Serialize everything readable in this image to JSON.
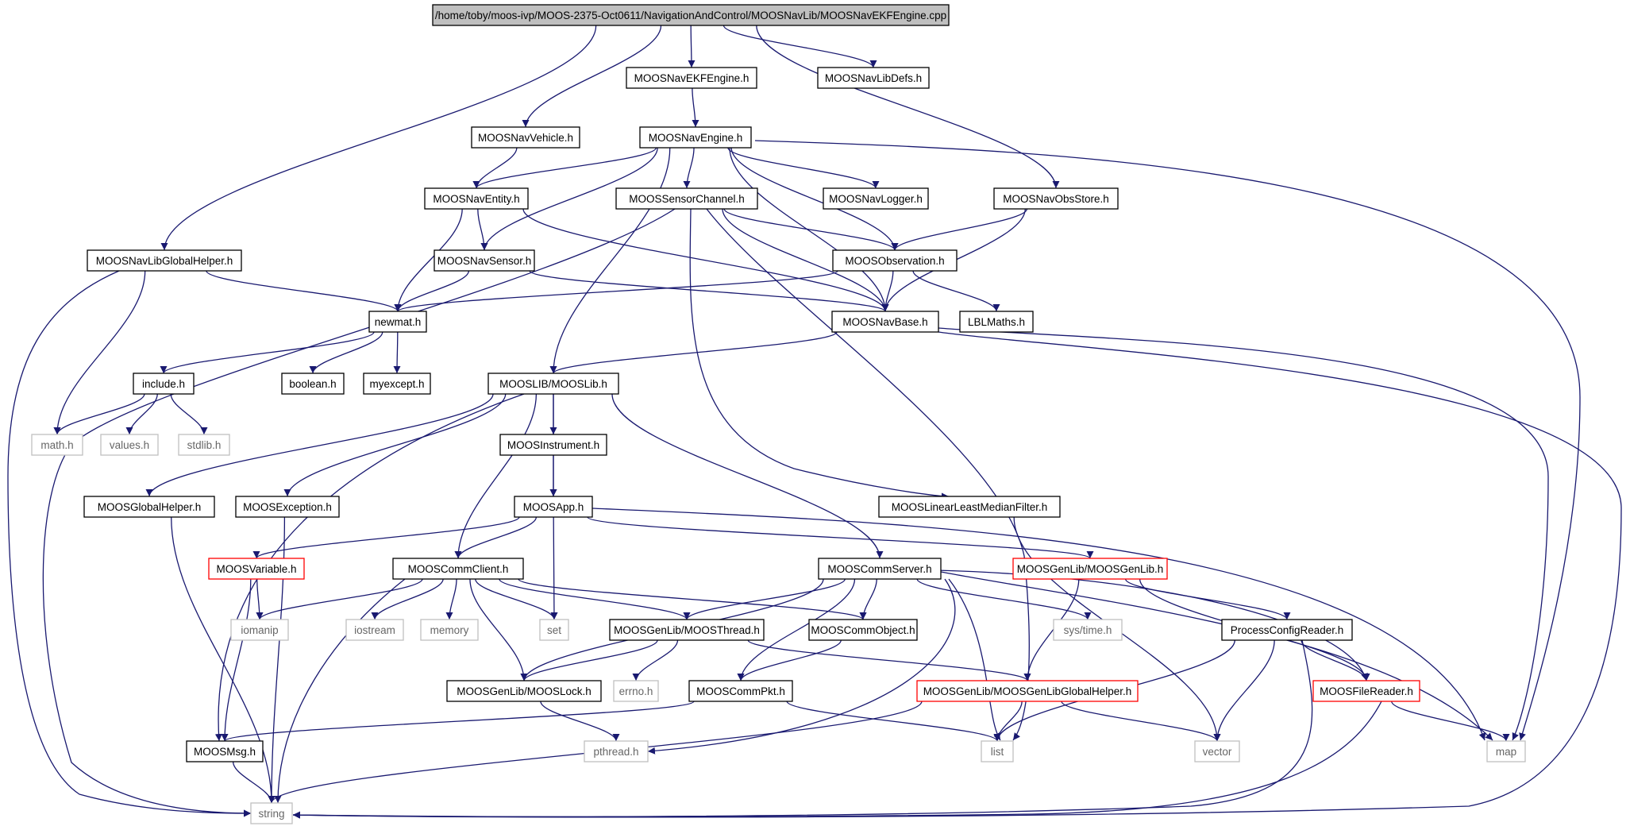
{
  "colors": {
    "edge": "#191970",
    "border_normal": "#000000",
    "border_external": "#c0c0c0",
    "border_truncated": "#ff0000",
    "root_fill": "#bfbfbf",
    "text_normal": "#000000",
    "text_external": "#666666"
  },
  "nodes": [
    {
      "id": "root",
      "label": "/home/toby/moos-ivp/MOOS-2375-Oct0611/NavigationAndControl/MOOSNavLib/MOOSNavEKFEngine.cpp",
      "kind": "root"
    },
    {
      "id": "ekf",
      "label": "MOOSNavEKFEngine.h",
      "kind": "normal"
    },
    {
      "id": "libdefs",
      "label": "MOOSNavLibDefs.h",
      "kind": "normal"
    },
    {
      "id": "vehicle",
      "label": "MOOSNavVehicle.h",
      "kind": "normal"
    },
    {
      "id": "engine",
      "label": "MOOSNavEngine.h",
      "kind": "normal"
    },
    {
      "id": "entity",
      "label": "MOOSNavEntity.h",
      "kind": "normal"
    },
    {
      "id": "senschan",
      "label": "MOOSSensorChannel.h",
      "kind": "normal"
    },
    {
      "id": "logger",
      "label": "MOOSNavLogger.h",
      "kind": "normal"
    },
    {
      "id": "obsstore",
      "label": "MOOSNavObsStore.h",
      "kind": "normal"
    },
    {
      "id": "globhelp",
      "label": "MOOSNavLibGlobalHelper.h",
      "kind": "normal"
    },
    {
      "id": "sensor",
      "label": "MOOSNavSensor.h",
      "kind": "normal"
    },
    {
      "id": "observation",
      "label": "MOOSObservation.h",
      "kind": "normal"
    },
    {
      "id": "newmat",
      "label": "newmat.h",
      "kind": "normal"
    },
    {
      "id": "navbase",
      "label": "MOOSNavBase.h",
      "kind": "normal"
    },
    {
      "id": "lblmaths",
      "label": "LBLMaths.h",
      "kind": "normal"
    },
    {
      "id": "include",
      "label": "include.h",
      "kind": "normal"
    },
    {
      "id": "boolean",
      "label": "boolean.h",
      "kind": "normal"
    },
    {
      "id": "myexcept",
      "label": "myexcept.h",
      "kind": "normal"
    },
    {
      "id": "mooslib",
      "label": "MOOSLIB/MOOSLib.h",
      "kind": "normal"
    },
    {
      "id": "math",
      "label": "math.h",
      "kind": "external"
    },
    {
      "id": "values",
      "label": "values.h",
      "kind": "external"
    },
    {
      "id": "stdlib",
      "label": "stdlib.h",
      "kind": "external"
    },
    {
      "id": "instrument",
      "label": "MOOSInstrument.h",
      "kind": "normal"
    },
    {
      "id": "mglobhelp",
      "label": "MOOSGlobalHelper.h",
      "kind": "normal"
    },
    {
      "id": "exception",
      "label": "MOOSException.h",
      "kind": "normal"
    },
    {
      "id": "app",
      "label": "MOOSApp.h",
      "kind": "normal"
    },
    {
      "id": "lmedian",
      "label": "MOOSLinearLeastMedianFilter.h",
      "kind": "normal"
    },
    {
      "id": "variable",
      "label": "MOOSVariable.h",
      "kind": "truncated"
    },
    {
      "id": "commclient",
      "label": "MOOSCommClient.h",
      "kind": "normal"
    },
    {
      "id": "commserver",
      "label": "MOOSCommServer.h",
      "kind": "normal"
    },
    {
      "id": "genlib",
      "label": "MOOSGenLib/MOOSGenLib.h",
      "kind": "truncated"
    },
    {
      "id": "iomanip",
      "label": "iomanip",
      "kind": "external"
    },
    {
      "id": "iostream",
      "label": "iostream",
      "kind": "external"
    },
    {
      "id": "memory",
      "label": "memory",
      "kind": "external"
    },
    {
      "id": "set",
      "label": "set",
      "kind": "external"
    },
    {
      "id": "thread",
      "label": "MOOSGenLib/MOOSThread.h",
      "kind": "normal"
    },
    {
      "id": "commobject",
      "label": "MOOSCommObject.h",
      "kind": "normal"
    },
    {
      "id": "systime",
      "label": "sys/time.h",
      "kind": "external"
    },
    {
      "id": "pcr",
      "label": "ProcessConfigReader.h",
      "kind": "normal"
    },
    {
      "id": "lock",
      "label": "MOOSGenLib/MOOSLock.h",
      "kind": "normal"
    },
    {
      "id": "errno",
      "label": "errno.h",
      "kind": "external"
    },
    {
      "id": "commpkt",
      "label": "MOOSCommPkt.h",
      "kind": "normal"
    },
    {
      "id": "genglob",
      "label": "MOOSGenLib/MOOSGenLibGlobalHelper.h",
      "kind": "truncated"
    },
    {
      "id": "filereader",
      "label": "MOOSFileReader.h",
      "kind": "truncated"
    },
    {
      "id": "msg",
      "label": "MOOSMsg.h",
      "kind": "normal"
    },
    {
      "id": "pthread",
      "label": "pthread.h",
      "kind": "external"
    },
    {
      "id": "list",
      "label": "list",
      "kind": "external"
    },
    {
      "id": "vector",
      "label": "vector",
      "kind": "external"
    },
    {
      "id": "map",
      "label": "map",
      "kind": "external"
    },
    {
      "id": "string",
      "label": "string",
      "kind": "external"
    }
  ],
  "edges": [
    [
      "root",
      "ekf"
    ],
    [
      "root",
      "libdefs"
    ],
    [
      "root",
      "vehicle"
    ],
    [
      "root",
      "obsstore"
    ],
    [
      "root",
      "globhelp"
    ],
    [
      "ekf",
      "engine"
    ],
    [
      "vehicle",
      "entity"
    ],
    [
      "engine",
      "entity"
    ],
    [
      "engine",
      "sensor"
    ],
    [
      "engine",
      "senschan"
    ],
    [
      "engine",
      "logger"
    ],
    [
      "engine",
      "observation"
    ],
    [
      "engine",
      "navbase"
    ],
    [
      "engine",
      "mooslib"
    ],
    [
      "engine",
      "map"
    ],
    [
      "entity",
      "sensor"
    ],
    [
      "entity",
      "newmat"
    ],
    [
      "entity",
      "navbase"
    ],
    [
      "senschan",
      "observation"
    ],
    [
      "senschan",
      "navbase"
    ],
    [
      "senschan",
      "lmedian"
    ],
    [
      "senschan",
      "list"
    ],
    [
      "senschan",
      "string"
    ],
    [
      "obsstore",
      "observation"
    ],
    [
      "obsstore",
      "navbase"
    ],
    [
      "globhelp",
      "newmat"
    ],
    [
      "globhelp",
      "math"
    ],
    [
      "globhelp",
      "string"
    ],
    [
      "sensor",
      "newmat"
    ],
    [
      "sensor",
      "navbase"
    ],
    [
      "observation",
      "newmat"
    ],
    [
      "observation",
      "navbase"
    ],
    [
      "observation",
      "lblmaths"
    ],
    [
      "newmat",
      "include"
    ],
    [
      "newmat",
      "boolean"
    ],
    [
      "newmat",
      "myexcept"
    ],
    [
      "navbase",
      "mooslib"
    ],
    [
      "navbase",
      "map"
    ],
    [
      "navbase",
      "string"
    ],
    [
      "include",
      "math"
    ],
    [
      "include",
      "values"
    ],
    [
      "include",
      "stdlib"
    ],
    [
      "mooslib",
      "mglobhelp"
    ],
    [
      "mooslib",
      "exception"
    ],
    [
      "mooslib",
      "instrument"
    ],
    [
      "mooslib",
      "app"
    ],
    [
      "mooslib",
      "commclient"
    ],
    [
      "mooslib",
      "commserver"
    ],
    [
      "mooslib",
      "msg"
    ],
    [
      "instrument",
      "app"
    ],
    [
      "mglobhelp",
      "string"
    ],
    [
      "exception",
      "string"
    ],
    [
      "app",
      "variable"
    ],
    [
      "app",
      "commclient"
    ],
    [
      "app",
      "set"
    ],
    [
      "app",
      "genlib"
    ],
    [
      "app",
      "map"
    ],
    [
      "lmedian",
      "vector"
    ],
    [
      "variable",
      "iomanip"
    ],
    [
      "variable",
      "msg"
    ],
    [
      "commclient",
      "iomanip"
    ],
    [
      "commclient",
      "iostream"
    ],
    [
      "commclient",
      "memory"
    ],
    [
      "commclient",
      "set"
    ],
    [
      "commclient",
      "thread"
    ],
    [
      "commclient",
      "commobject"
    ],
    [
      "commclient",
      "lock"
    ],
    [
      "commclient",
      "string"
    ],
    [
      "commserver",
      "thread"
    ],
    [
      "commserver",
      "commobject"
    ],
    [
      "commserver",
      "systime"
    ],
    [
      "commserver",
      "lock"
    ],
    [
      "commserver",
      "commpkt"
    ],
    [
      "commserver",
      "pthread"
    ],
    [
      "commserver",
      "list"
    ],
    [
      "commserver",
      "map"
    ],
    [
      "commserver",
      "filereader"
    ],
    [
      "genlib",
      "pcr"
    ],
    [
      "genlib",
      "genglob"
    ],
    [
      "genlib",
      "filereader"
    ],
    [
      "thread",
      "lock"
    ],
    [
      "thread",
      "errno"
    ],
    [
      "thread",
      "genglob"
    ],
    [
      "commobject",
      "commpkt"
    ],
    [
      "pcr",
      "filereader"
    ],
    [
      "pcr",
      "list"
    ],
    [
      "pcr",
      "vector"
    ],
    [
      "pcr",
      "string"
    ],
    [
      "lock",
      "pthread"
    ],
    [
      "commpkt",
      "msg"
    ],
    [
      "commpkt",
      "list"
    ],
    [
      "genglob",
      "list"
    ],
    [
      "genglob",
      "vector"
    ],
    [
      "genglob",
      "string"
    ],
    [
      "filereader",
      "map"
    ],
    [
      "filereader",
      "string"
    ],
    [
      "msg",
      "string"
    ]
  ]
}
